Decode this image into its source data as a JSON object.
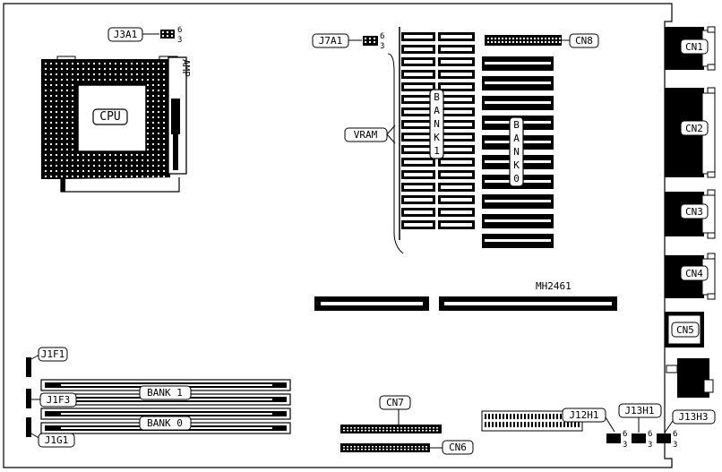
{
  "diagram": {
    "labels": {
      "cpu": "CPU",
      "amp": "AMP",
      "j3a1": "J3A1",
      "j7a1": "J7A1",
      "cn8": "CN8",
      "vram": "VRAM",
      "bank1_vram": "BANK1",
      "bank0_vram": "BANK0",
      "mh2461": "MH2461",
      "cn1": "CN1",
      "cn2": "CN2",
      "cn3": "CN3",
      "cn4": "CN4",
      "cn5": "CN5",
      "j1f1": "J1F1",
      "j1f3": "J1F3",
      "j1g1": "J1G1",
      "bank1": "BANK 1",
      "bank0": "BANK 0",
      "cn7": "CN7",
      "cn6": "CN6",
      "j12h1": "J12H1",
      "j13h1": "J13H1",
      "j13h3": "J13H3",
      "pin6": "6",
      "pin3": "3"
    }
  }
}
